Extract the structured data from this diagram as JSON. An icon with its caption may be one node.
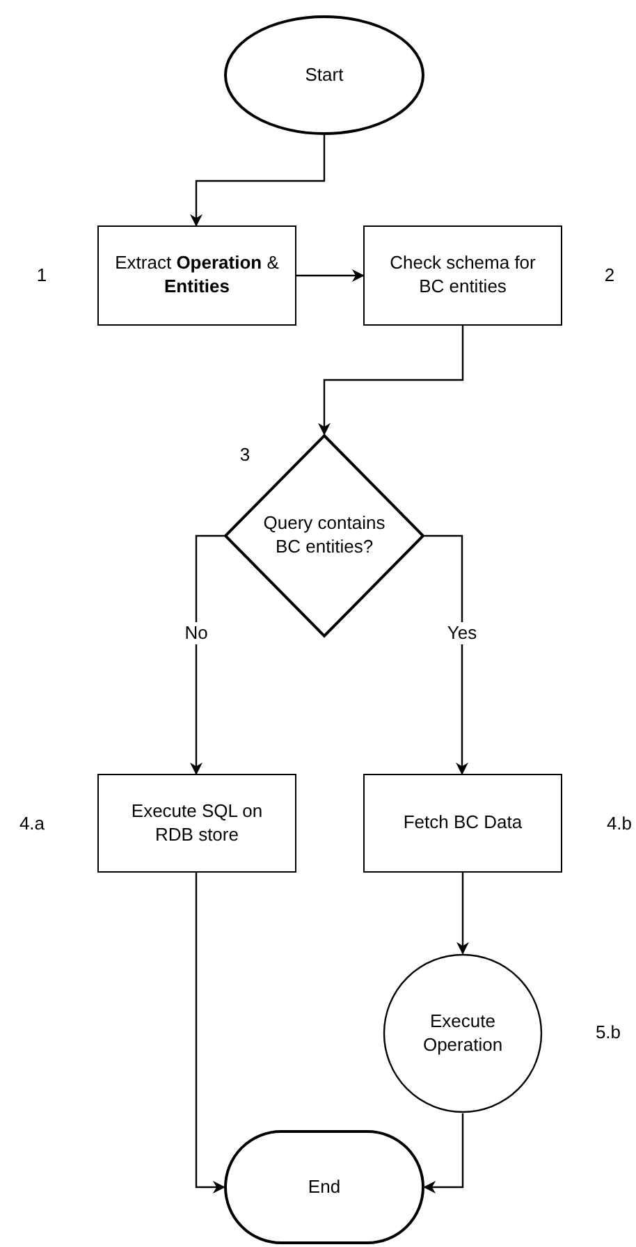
{
  "diagram": {
    "nodes": [
      {
        "text": [
          "Start"
        ]
      },
      {
        "text": [
          "Extract **Operation** & **Entities**"
        ],
        "beside": [
          "1"
        ]
      },
      {
        "text": [
          "Check schema for BC entities"
        ],
        "beside": [
          "2"
        ]
      },
      {
        "text": [
          "Query contains BC entities?"
        ],
        "beside": [
          "3"
        ]
      },
      {
        "text": [
          "Execute SQL on RDB store"
        ],
        "beside": [
          "4.a"
        ]
      },
      {
        "text": [
          "Fetch BC Data"
        ],
        "beside": [
          "4.b"
        ]
      },
      {
        "text": [
          "Execute Operation"
        ],
        "beside": [
          "5.b"
        ]
      },
      {
        "text": [
          "End"
        ]
      }
    ],
    "edges": [
      {
        "from": 0,
        "to": 1,
        "arrow": "to"
      },
      {
        "from": 1,
        "to": 2,
        "arrow": "to"
      },
      {
        "from": 2,
        "to": 3,
        "arrow": "to"
      },
      {
        "from": 3,
        "to": 4,
        "arrow": "to",
        "label": "No"
      },
      {
        "from": 3,
        "to": 5,
        "arrow": "to",
        "label": "Yes"
      },
      {
        "from": 5,
        "to": 6,
        "arrow": "to"
      },
      {
        "from": 4,
        "to": 7,
        "arrow": "to"
      },
      {
        "from": 6,
        "to": 7,
        "arrow": "to"
      }
    ]
  }
}
